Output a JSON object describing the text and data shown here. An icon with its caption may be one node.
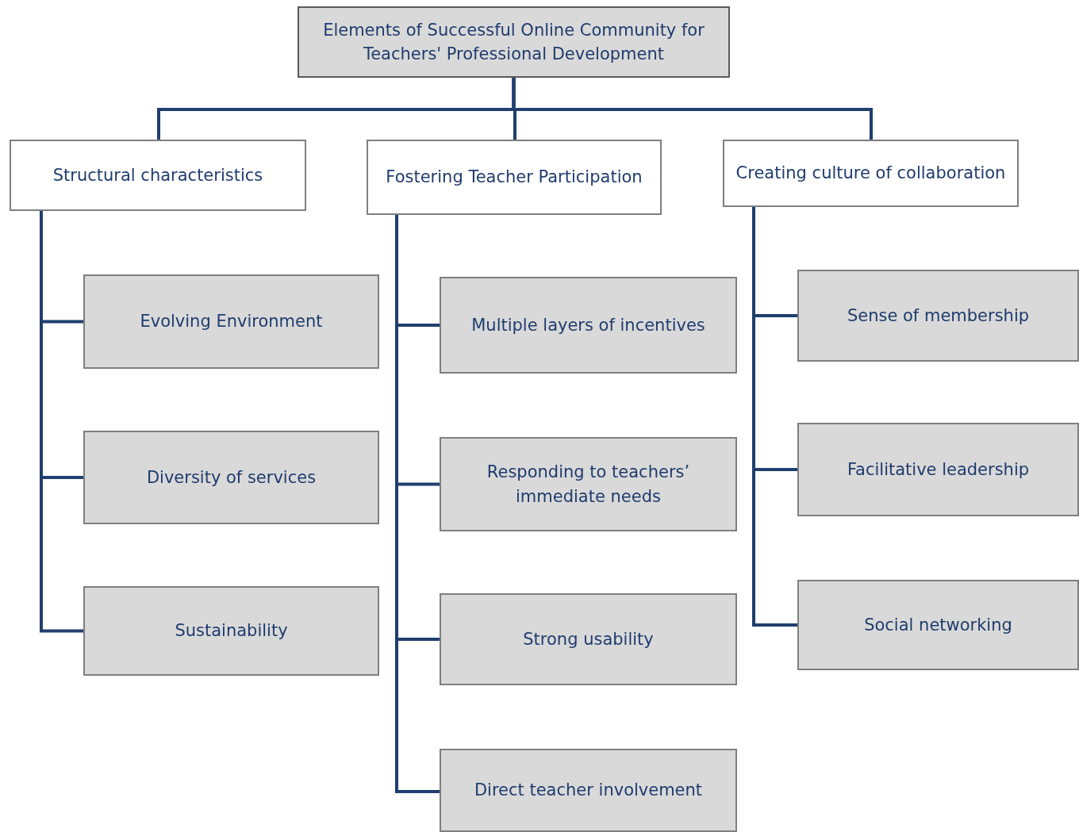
{
  "diagram": {
    "nodes": [
      {
        "text": [
          "Elements of Successful Online Community for Teachers' Professional Development"
        ]
      },
      {
        "text": [
          "Structural characteristics"
        ]
      },
      {
        "text": [
          "Fostering Teacher Participation"
        ]
      },
      {
        "text": [
          "Creating culture of collaboration"
        ]
      },
      {
        "text": [
          "Evolving Environment"
        ]
      },
      {
        "text": [
          "Diversity of services"
        ]
      },
      {
        "text": [
          "Sustainability"
        ]
      },
      {
        "text": [
          "Multiple layers of incentives"
        ]
      },
      {
        "text": [
          "Responding to teachers’ immediate needs"
        ]
      },
      {
        "text": [
          "Strong usability"
        ]
      },
      {
        "text": [
          "Direct teacher involvement"
        ]
      },
      {
        "text": [
          "Sense of membership"
        ]
      },
      {
        "text": [
          "Facilitative leadership"
        ]
      },
      {
        "text": [
          "Social networking"
        ]
      }
    ],
    "edges": [
      {
        "from": 0,
        "to": 1,
        "arrow": "none"
      },
      {
        "from": 0,
        "to": 2,
        "arrow": "none"
      },
      {
        "from": 0,
        "to": 3,
        "arrow": "none"
      },
      {
        "from": 1,
        "to": 4,
        "arrow": "none"
      },
      {
        "from": 1,
        "to": 5,
        "arrow": "none"
      },
      {
        "from": 1,
        "to": 6,
        "arrow": "none"
      },
      {
        "from": 2,
        "to": 7,
        "arrow": "none"
      },
      {
        "from": 2,
        "to": 8,
        "arrow": "none"
      },
      {
        "from": 2,
        "to": 9,
        "arrow": "none"
      },
      {
        "from": 2,
        "to": 10,
        "arrow": "none"
      },
      {
        "from": 3,
        "to": 11,
        "arrow": "none"
      },
      {
        "from": 3,
        "to": 12,
        "arrow": "none"
      },
      {
        "from": 3,
        "to": 13,
        "arrow": "none"
      }
    ]
  }
}
